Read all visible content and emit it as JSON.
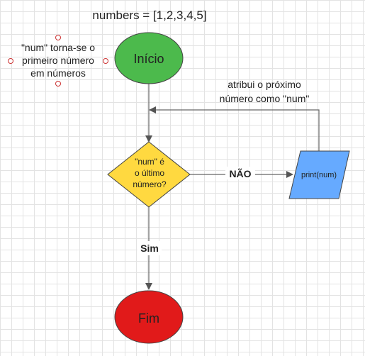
{
  "header": {
    "title": "numbers = [1,2,3,4,5]"
  },
  "note": {
    "lines": [
      "\"num\" torna-se o",
      "primeiro número",
      "em números"
    ]
  },
  "nodes": {
    "start": {
      "label": "Início",
      "fill": "#4cba4c"
    },
    "decision": {
      "lines": [
        "\"num\" é",
        "o último",
        "número?"
      ],
      "fill": "#ffd940"
    },
    "io": {
      "label": "print(num)",
      "fill": "#66aaff"
    },
    "end": {
      "label": "Fim",
      "fill": "#e11a1a"
    }
  },
  "edges": {
    "no": {
      "label": "NÃO"
    },
    "yes": {
      "label": "Sim"
    },
    "loop": {
      "lines": [
        "atribui o próximo",
        "número como \"num\""
      ]
    }
  },
  "colors": {
    "stroke": "#444444",
    "connector": "#666666",
    "handle": "#cc3333",
    "grid": "#e3e3e3"
  }
}
